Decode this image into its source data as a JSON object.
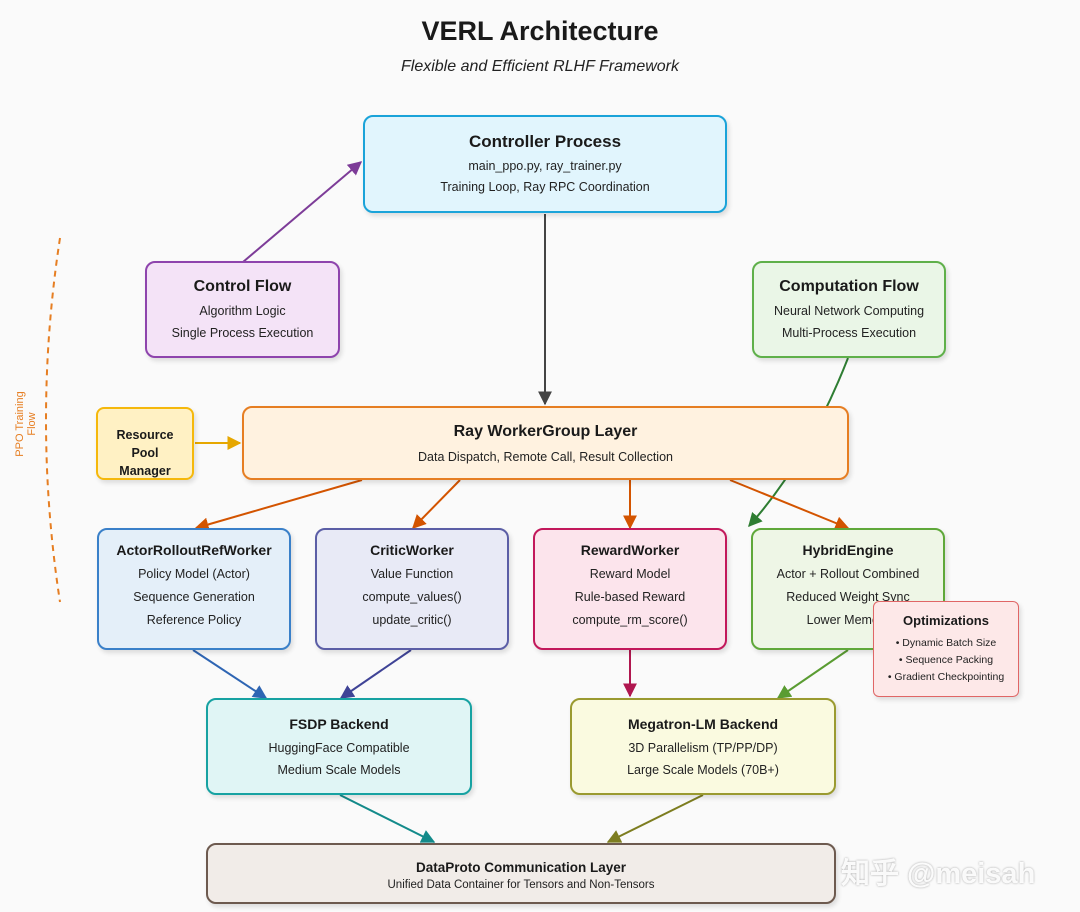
{
  "title": "VERL Architecture",
  "subtitle": "Flexible and Efficient RLHF Framework",
  "side_label": "PPO Training Flow",
  "watermark": "知乎 @meisah",
  "controller": {
    "title": "Controller Process",
    "lines": [
      "main_ppo.py, ray_trainer.py",
      "Training Loop, Ray RPC Coordination"
    ]
  },
  "control_flow": {
    "title": "Control Flow",
    "lines": [
      "Algorithm Logic",
      "Single Process Execution"
    ]
  },
  "computation_flow": {
    "title": "Computation Flow",
    "lines": [
      "Neural Network Computing",
      "Multi-Process Execution"
    ]
  },
  "resource_pool": {
    "lines": [
      "Resource",
      "Pool",
      "Manager"
    ]
  },
  "ray_layer": {
    "title": "Ray WorkerGroup Layer",
    "lines": [
      "Data Dispatch, Remote Call, Result Collection"
    ]
  },
  "workers": [
    {
      "title": "ActorRolloutRefWorker",
      "lines": [
        "Policy Model (Actor)",
        "Sequence Generation",
        "Reference Policy"
      ]
    },
    {
      "title": "CriticWorker",
      "lines": [
        "Value Function",
        "compute_values()",
        "update_critic()"
      ]
    },
    {
      "title": "RewardWorker",
      "lines": [
        "Reward Model",
        "Rule-based Reward",
        "compute_rm_score()"
      ]
    },
    {
      "title": "HybridEngine",
      "lines": [
        "Actor + Rollout Combined",
        "Reduced Weight Sync",
        "Lower Memory"
      ]
    }
  ],
  "optimizations": {
    "title": "Optimizations",
    "lines": [
      "• Dynamic Batch Size",
      "• Sequence Packing",
      "• Gradient Checkpointing"
    ]
  },
  "fsdp": {
    "title": "FSDP Backend",
    "lines": [
      "HuggingFace Compatible",
      "Medium Scale Models"
    ]
  },
  "megatron": {
    "title": "Megatron-LM Backend",
    "lines": [
      "3D Parallelism (TP/PP/DP)",
      "Large Scale Models (70B+)"
    ]
  },
  "dataproto": {
    "title": "DataProto Communication Layer",
    "lines": [
      "Unified Data Container for Tensors and Non-Tensors"
    ]
  },
  "colors": {
    "controller": "#1aa3d9",
    "control_flow": "#8e44ad",
    "computation_flow": "#5fb04a",
    "resource_pool": "#f5b80b",
    "ray_layer": "#e67e22",
    "actor": "#3a80c9",
    "critic": "#5b5ea6",
    "reward": "#c2185b",
    "hybrid": "#5fa83a",
    "optimizations": "#e06666",
    "fsdp": "#17a2a2",
    "megatron": "#9a9a30",
    "dataproto": "#6d5a4f"
  }
}
